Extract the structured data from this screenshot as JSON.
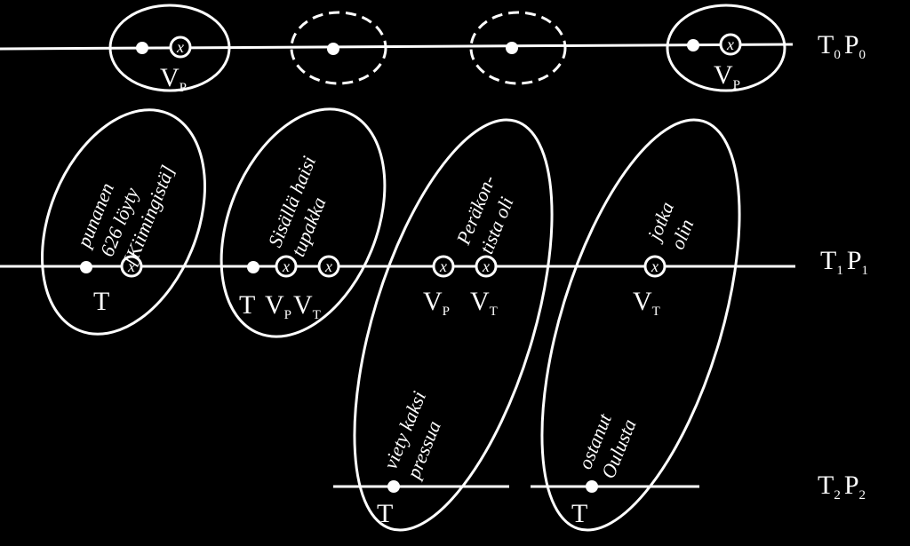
{
  "colors": {
    "background": "#000000",
    "foreground": "#ffffff"
  },
  "levels": {
    "level0": {
      "main": "T",
      "sub1": "0",
      "main2": "P",
      "sub2": "0"
    },
    "level1": {
      "main": "T",
      "sub1": "1",
      "main2": "P",
      "sub2": "1"
    },
    "level2": {
      "main": "T",
      "sub1": "2",
      "main2": "P",
      "sub2": "2"
    }
  },
  "markers": {
    "x": "x",
    "T": "T",
    "V": "V",
    "P": "P",
    "Tsub": "T"
  },
  "phrases": {
    "group1": {
      "line1": "punanen",
      "line2": "626 löyty",
      "line3": "[Kiimingistä]"
    },
    "group2": {
      "line1": "Sisällä haisi",
      "line2": "tupakka"
    },
    "group3": {
      "line1": "Peräkon-",
      "line2": "tista oli"
    },
    "group3b": {
      "line1": "viety kaksi",
      "line2": "pressua"
    },
    "group4": {
      "line1": "jotka",
      "line2": "olin"
    },
    "group4b": {
      "line1": "ostanut",
      "line2": "Oulusta"
    }
  }
}
